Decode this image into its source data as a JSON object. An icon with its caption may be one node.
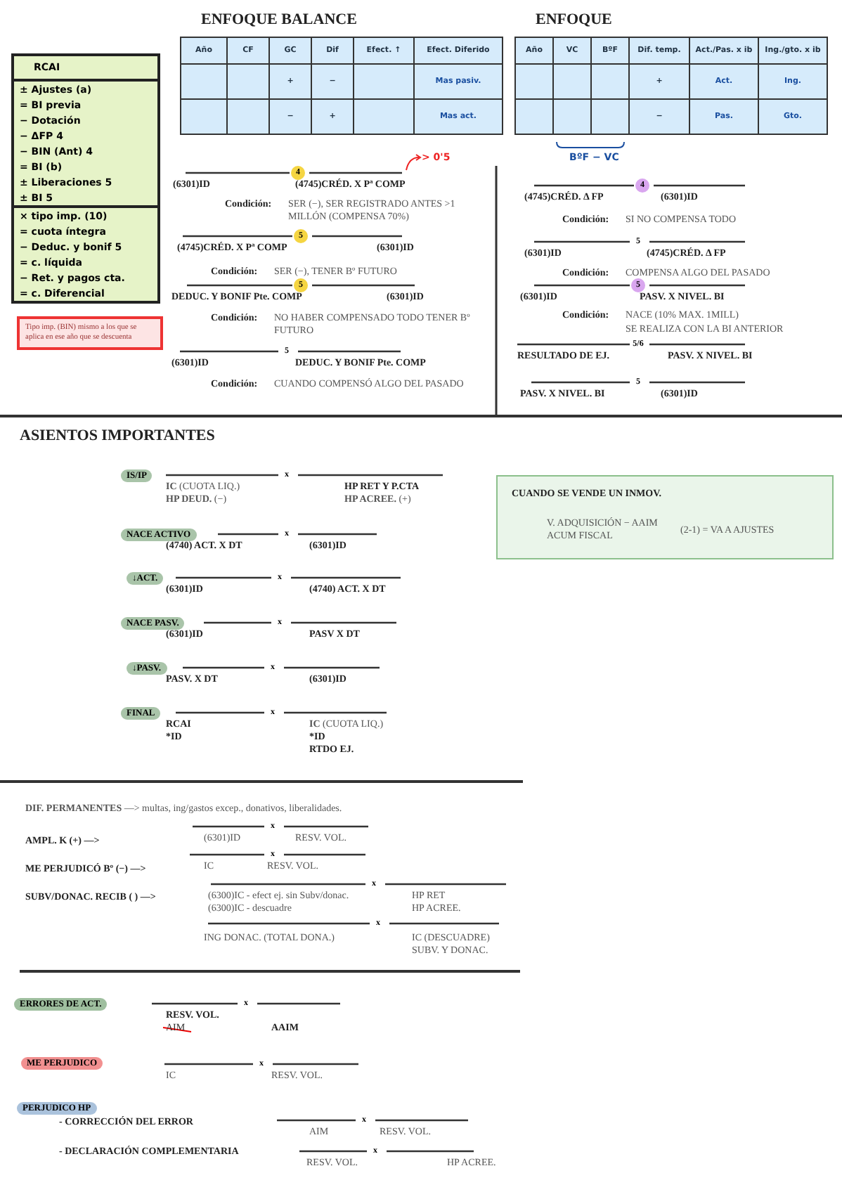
{
  "diagram": {
    "nodes": [
      {
        "text": [
          "RCAI",
          "± Ajustes (a)",
          "= BI previa",
          "− Dotación",
          "− ΔFP 4",
          "− BIN (Ant) 4",
          "= BI (b)",
          "± Liberaciones 5",
          "± BI 5",
          "× tipo imp. (10)",
          "= cuota íntegra",
          "− Deduc. y bonif 5",
          "= c. líquida",
          "− Ret. y pagos cta.",
          "= c. Diferencial"
        ]
      },
      {
        "text": [
          "Tipo imp. (BIN) mismo a los que se aplica en ese año que se descuenta"
        ]
      },
      {
        "text": [
          "IS/IP"
        ]
      },
      {
        "text": [
          "CUANDO SE VENDE UN INMOV.",
          "V. ADQUISICIÓN − AAIM",
          "ACUM FISCAL",
          "(2-1) = VA A AJUSTES"
        ]
      },
      {
        "text": [
          "NACE ACTIVO"
        ]
      },
      {
        "text": [
          "↓ACT."
        ]
      },
      {
        "text": [
          "NACE PASV."
        ]
      },
      {
        "text": [
          "↓PASV."
        ]
      },
      {
        "text": [
          "FINAL"
        ]
      },
      {
        "text": [
          "ERRORES DE ACT."
        ]
      },
      {
        "text": [
          "ME PERJUDICO"
        ]
      },
      {
        "text": [
          "PERJUDICO HP"
        ]
      }
    ],
    "labels": [
      "ENFOQUE BALANCE",
      "Año",
      "CF",
      "GC",
      "Dif",
      "Efect. ↑",
      "Efect. Diferido",
      "+",
      "−",
      "Mas pasiv.",
      "−",
      "+",
      "Mas act.",
      "> 0'5",
      "4",
      "(6301)ID",
      "(4745)CRÉD. X Pª COMP",
      "Condición:",
      "SER (−), SER REGISTRADO ANTES >1 MILLÓN (COMPENSA 70%)",
      "5",
      "(4745)CRÉD. X Pª COMP",
      "(6301)ID",
      "Condición:",
      "SER (−), TENER Bº FUTURO",
      "5",
      "DEDUC. Y BONIF Pte. COMP",
      "(6301)ID",
      "Condición:",
      "NO HABER COMPENSADO TODO TENER Bº FUTURO",
      "5",
      "(6301)ID",
      "DEDUC. Y BONIF Pte. COMP",
      "Condición:",
      "CUANDO COMPENSÓ ALGO DEL PASADO",
      "ENFOQUE",
      "Año",
      "VC",
      "BºF",
      "Dif. temp.",
      "Act./Pas. x ib",
      "Ing./gto. x ib",
      "+",
      "Act.",
      "Ing.",
      "−",
      "Pas.",
      "Gto.",
      "BºF − VC",
      "4",
      "(4745)CRÉD. Δ FP",
      "(6301)ID",
      "Condición:",
      "SI NO COMPENSA TODO",
      "5",
      "(6301)ID",
      "(4745)CRÉD. Δ FP",
      "Condición:",
      "COMPENSA ALGO DEL PASADO",
      "5",
      "(6301)ID",
      "PASV. X NIVEL. BI",
      "Condición:",
      "NACE (10% MAX. 1MILL)",
      "SE REALIZA CON LA BI ANTERIOR",
      "5/6",
      "RESULTADO DE EJ.",
      "PASV. X NIVEL. BI",
      "5",
      "PASV. X NIVEL. BI",
      "(6301)ID",
      "ASIENTOS IMPORTANTES",
      "x",
      "**IC** (CUOTA LIQ.)",
      "**HP DEUD.** (−)",
      "HP RET Y P.CTA",
      "**HP ACREE.** (+)",
      "x",
      "(4740) ACT. X DT",
      "(6301)ID",
      "x",
      "(6301)ID",
      "(4740) ACT. X DT",
      "x",
      "(6301)ID",
      "PASV X DT",
      "x",
      "PASV. X DT",
      "(6301)ID",
      "x",
      "RCAI",
      "*ID",
      "**IC** (CUOTA LIQ.)",
      "*ID",
      "RTDO EJ.",
      "**DIF. PERMANENTES** —> multas, ing/gastos excep., donativos, liberalidades.",
      "AMPL. K (+) —>",
      "x",
      "(6301)ID",
      "RESV. VOL.",
      "ME PERJUDICÓ Bº (−) —>",
      "x",
      "IC",
      "RESV. VOL.",
      "SUBV/DONAC. RECIB ( ) —>",
      "x",
      "(6300)IC - efect ej. sin Subv/donac.",
      "(6300)IC - descuadre",
      "HP RET",
      "HP ACREE.",
      "x",
      "ING DONAC. (TOTAL DONA.)",
      "IC (DESCUADRE)",
      "SUBV. Y DONAC.",
      "x",
      "RESV. VOL.",
      "AIM",
      "AAIM",
      "x",
      "IC",
      "RESV. VOL.",
      "- CORRECCIÓN DEL ERROR",
      "x",
      "AIM",
      "RESV. VOL.",
      "- DECLARACIÓN COMPLEMENTARIA",
      "x",
      "RESV. VOL.",
      "HP ACREE."
    ]
  }
}
